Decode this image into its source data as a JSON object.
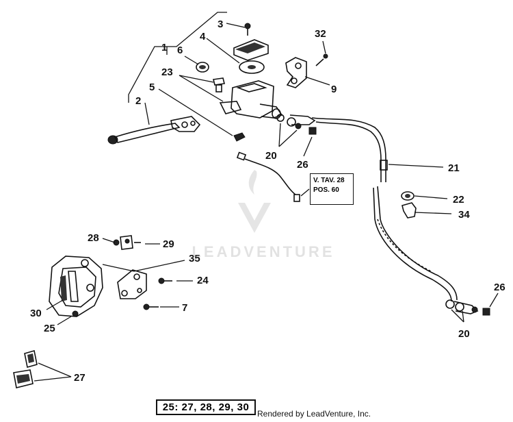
{
  "labels": {
    "l1": "1",
    "l2": "2",
    "l3": "3",
    "l4": "4",
    "l5": "5",
    "l6": "6",
    "l7": "7",
    "l9": "9",
    "l20a": "20",
    "l20b": "20",
    "l21": "21",
    "l22": "22",
    "l23": "23",
    "l24": "24",
    "l25": "25",
    "l26a": "26",
    "l26b": "26",
    "l27": "27",
    "l28": "28",
    "l29": "29",
    "l30": "30",
    "l32": "32",
    "l34": "34",
    "l35": "35"
  },
  "reference_box": {
    "line1": "V. TAV. 28",
    "line2": "POS. 60"
  },
  "kit_note": "25: 27, 28, 29, 30",
  "credit": "Rendered by LeadVenture, Inc.",
  "watermark": "LEADVENTURE"
}
